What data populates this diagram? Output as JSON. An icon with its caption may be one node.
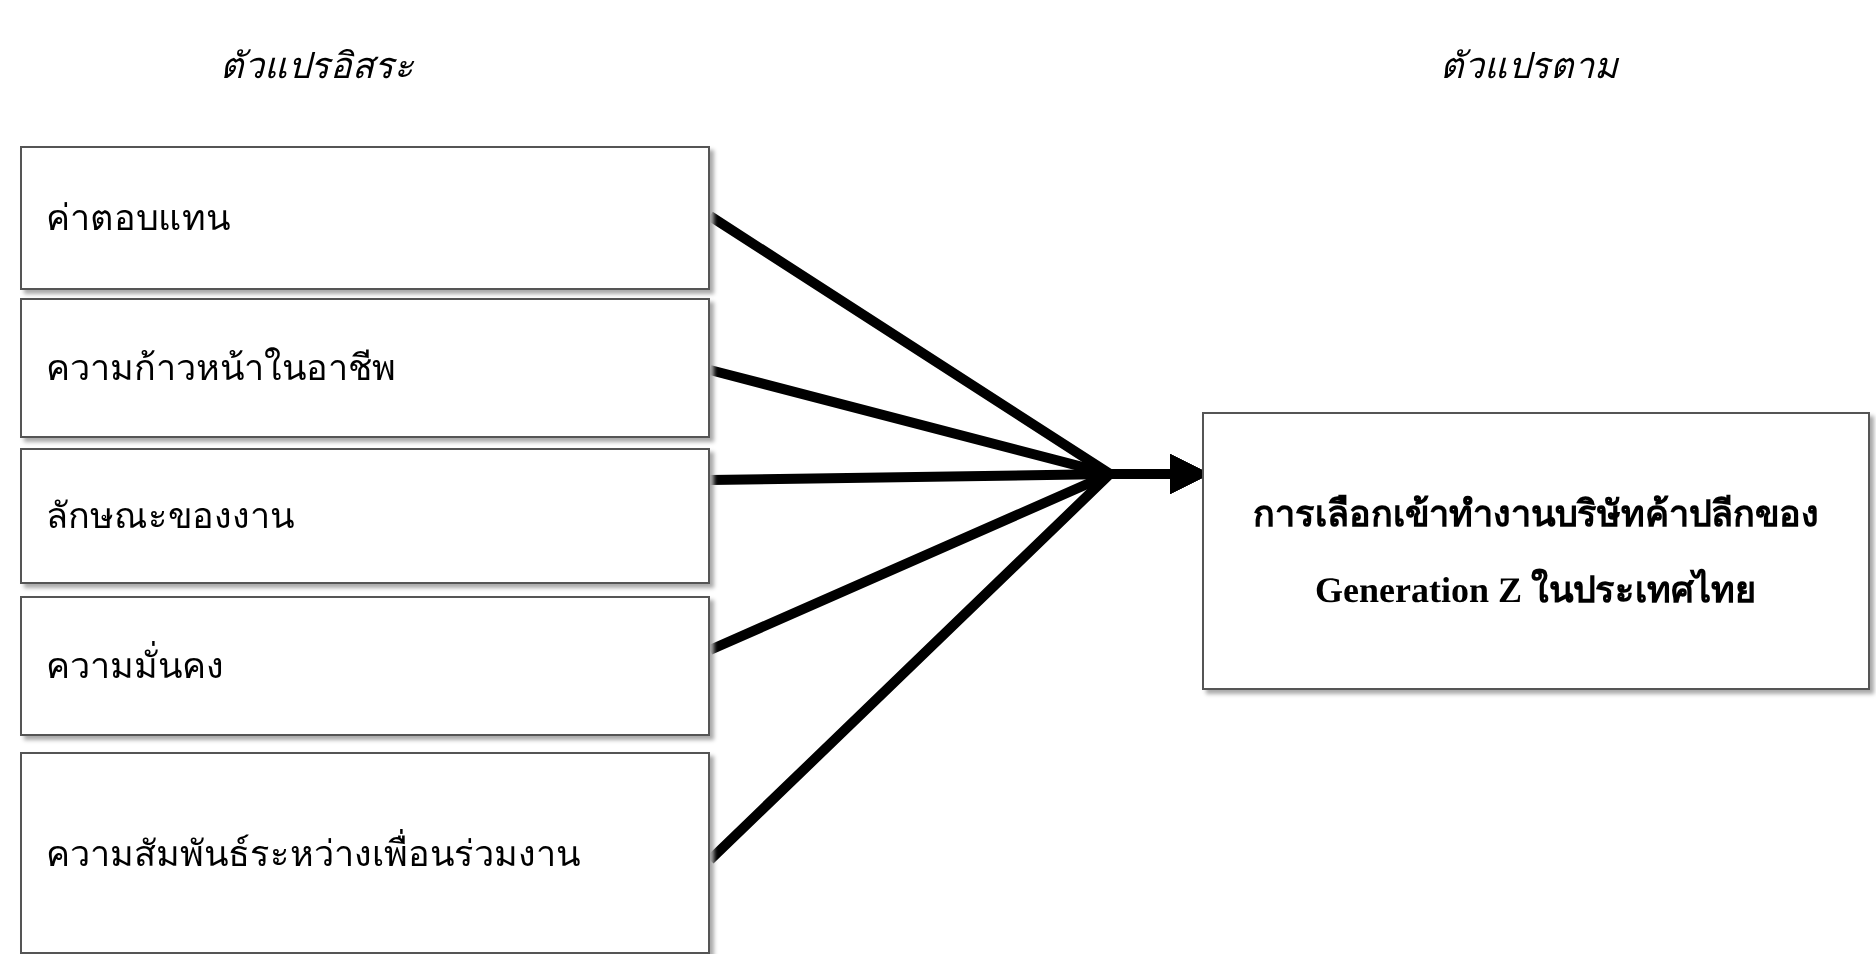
{
  "diagram": {
    "nodes": [
      {
        "text": [
          "ค่าตอบแทน"
        ]
      },
      {
        "text": [
          "ความก้าวหน้าในอาชีพ"
        ]
      },
      {
        "text": [
          "ลักษณะของงาน"
        ]
      },
      {
        "text": [
          "ความมั่นคง"
        ]
      },
      {
        "text": [
          "ความสัมพันธ์ระหว่างเพื่อนร่วมงาน"
        ]
      },
      {
        "text": [
          "การเลือกเข้าทำงานบริษัทค้าปลีกของ Generation Z ในประเทศไทย"
        ]
      }
    ],
    "edges": [
      {
        "from": 0,
        "to": 5,
        "arrow": "to"
      },
      {
        "from": 1,
        "to": 5,
        "arrow": "to"
      },
      {
        "from": 2,
        "to": 5,
        "arrow": "to"
      },
      {
        "from": 3,
        "to": 5,
        "arrow": "to"
      },
      {
        "from": 4,
        "to": 5,
        "arrow": "to"
      }
    ],
    "labels": [
      "ตัวแปรอิสระ",
      "ตัวแปรตาม"
    ]
  }
}
